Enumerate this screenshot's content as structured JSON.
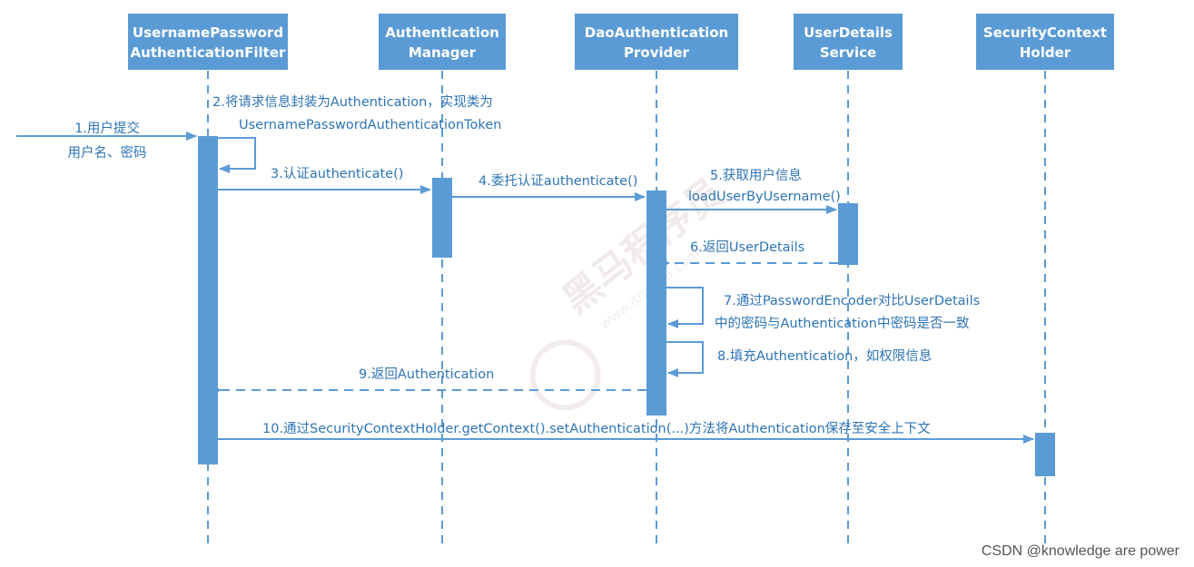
{
  "colors": {
    "box": "#5b9bd5",
    "line": "#5b9bd5",
    "text": "#2e74b5"
  },
  "watermark": {
    "text": "黑马程序员",
    "url": "www.itheima.com"
  },
  "participants": [
    {
      "id": "filter",
      "lines": [
        "UsernamePassword",
        "AuthenticationFilter"
      ]
    },
    {
      "id": "manager",
      "lines": [
        "Authentication",
        "Manager"
      ]
    },
    {
      "id": "provider",
      "lines": [
        "DaoAuthentication",
        "Provider"
      ]
    },
    {
      "id": "uds",
      "lines": [
        "UserDetails",
        "Service"
      ]
    },
    {
      "id": "holder",
      "lines": [
        "SecurityContext",
        "Holder"
      ]
    }
  ],
  "messages": [
    {
      "id": "m1",
      "lines": [
        "1.用户提交",
        "用户名、密码"
      ]
    },
    {
      "id": "m2",
      "lines": [
        "2.将请求信息封装为Authentication，实现类为",
        "UsernamePasswordAuthenticationToken"
      ]
    },
    {
      "id": "m3",
      "lines": [
        "3.认证authenticate()"
      ]
    },
    {
      "id": "m4",
      "lines": [
        "4.委托认证authenticate()"
      ]
    },
    {
      "id": "m5",
      "lines": [
        "5.获取用户信息",
        "loadUserByUsername()"
      ]
    },
    {
      "id": "m6",
      "lines": [
        "6.返回UserDetails"
      ]
    },
    {
      "id": "m7",
      "lines": [
        "7.通过PasswordEncoder对比UserDetails",
        "中的密码与Authentication中密码是否一致"
      ]
    },
    {
      "id": "m8",
      "lines": [
        "8.填充Authentication，如权限信息"
      ]
    },
    {
      "id": "m9",
      "lines": [
        "9.返回Authentication"
      ]
    },
    {
      "id": "m10",
      "lines": [
        "10.通过SecurityContextHolder.getContext().setAuthentication(...)方法将Authentication保存至安全上下文"
      ]
    }
  ],
  "credit": "CSDN @knowledge are power"
}
